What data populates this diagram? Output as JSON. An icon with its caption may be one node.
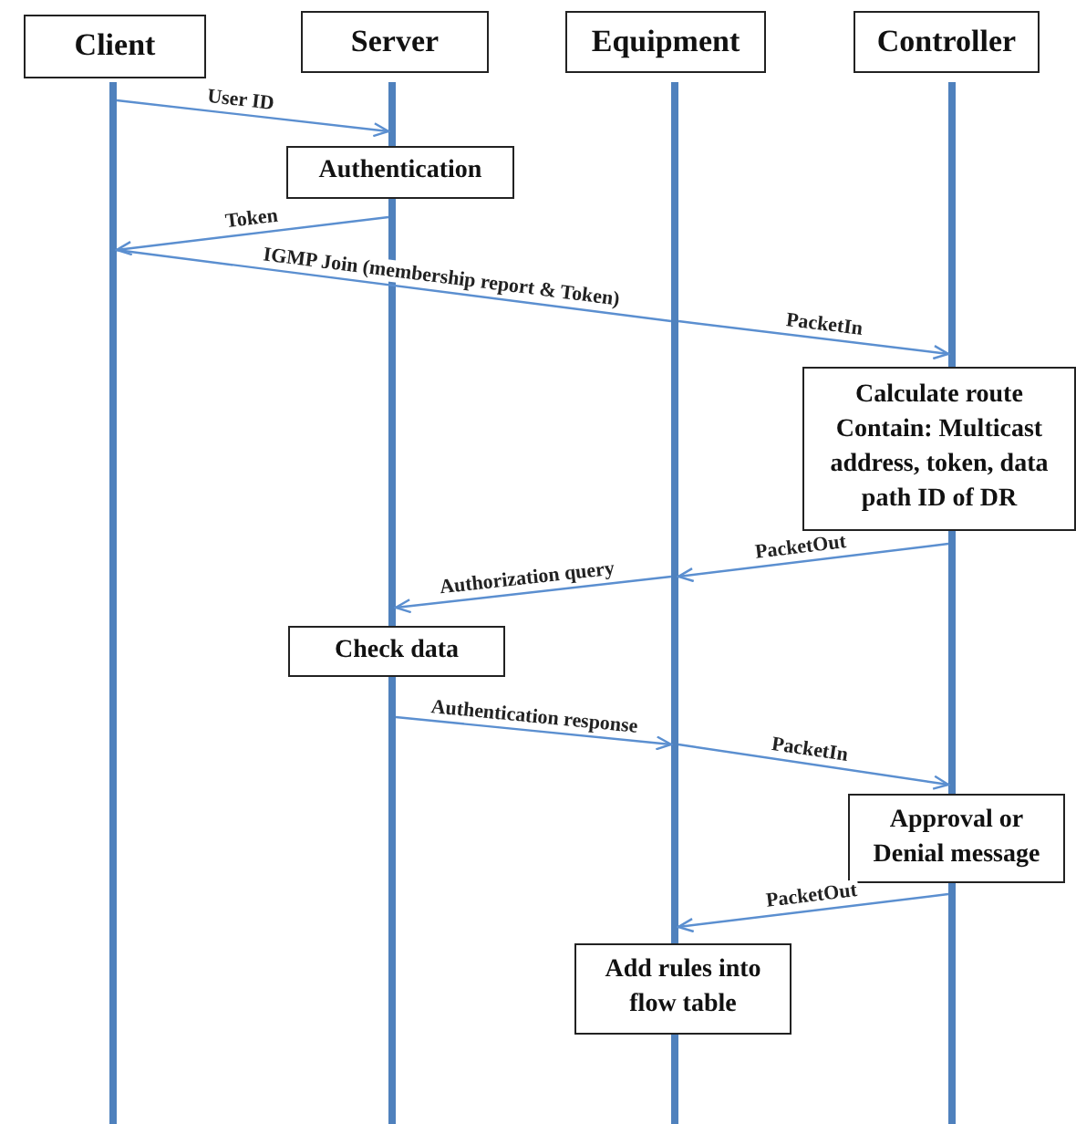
{
  "diagram": {
    "nodes": [
      {
        "text": [
          "Client"
        ]
      },
      {
        "text": [
          "Server"
        ]
      },
      {
        "text": [
          "Equipment"
        ]
      },
      {
        "text": [
          "Controller"
        ]
      },
      {
        "text": [],
        "shape": "bar"
      },
      {
        "text": [],
        "shape": "bar"
      },
      {
        "text": [],
        "shape": "bar"
      },
      {
        "text": [],
        "shape": "bar"
      },
      {
        "text": [
          "Authentication"
        ]
      },
      {
        "text": [
          "Calculate route Contain: Multicast address, token, data path ID of DR"
        ]
      },
      {
        "text": [
          "Check data"
        ]
      },
      {
        "text": [
          "Approval or Denial message"
        ]
      },
      {
        "text": [
          "Add rules into flow table"
        ]
      }
    ],
    "edges": [
      {
        "from": 4,
        "to": 5,
        "arrow": "to",
        "label": "User ID"
      },
      {
        "from": 5,
        "to": 4,
        "arrow": "to",
        "label": "Token"
      },
      {
        "from": 4,
        "to": 6,
        "arrow": "none",
        "label": "IGMP Join (membership report & Token)"
      },
      {
        "from": 6,
        "to": 7,
        "arrow": "to",
        "label": "PacketIn"
      },
      {
        "from": 7,
        "to": 6,
        "arrow": "to",
        "label": "PacketOut"
      },
      {
        "from": 6,
        "to": 5,
        "arrow": "to",
        "label": "Authorization query"
      },
      {
        "from": 5,
        "to": 6,
        "arrow": "to",
        "label": "Authentication response"
      },
      {
        "from": 6,
        "to": 7,
        "arrow": "to",
        "label": "PacketIn"
      },
      {
        "from": 7,
        "to": 6,
        "arrow": "to",
        "label": "PacketOut"
      }
    ]
  }
}
